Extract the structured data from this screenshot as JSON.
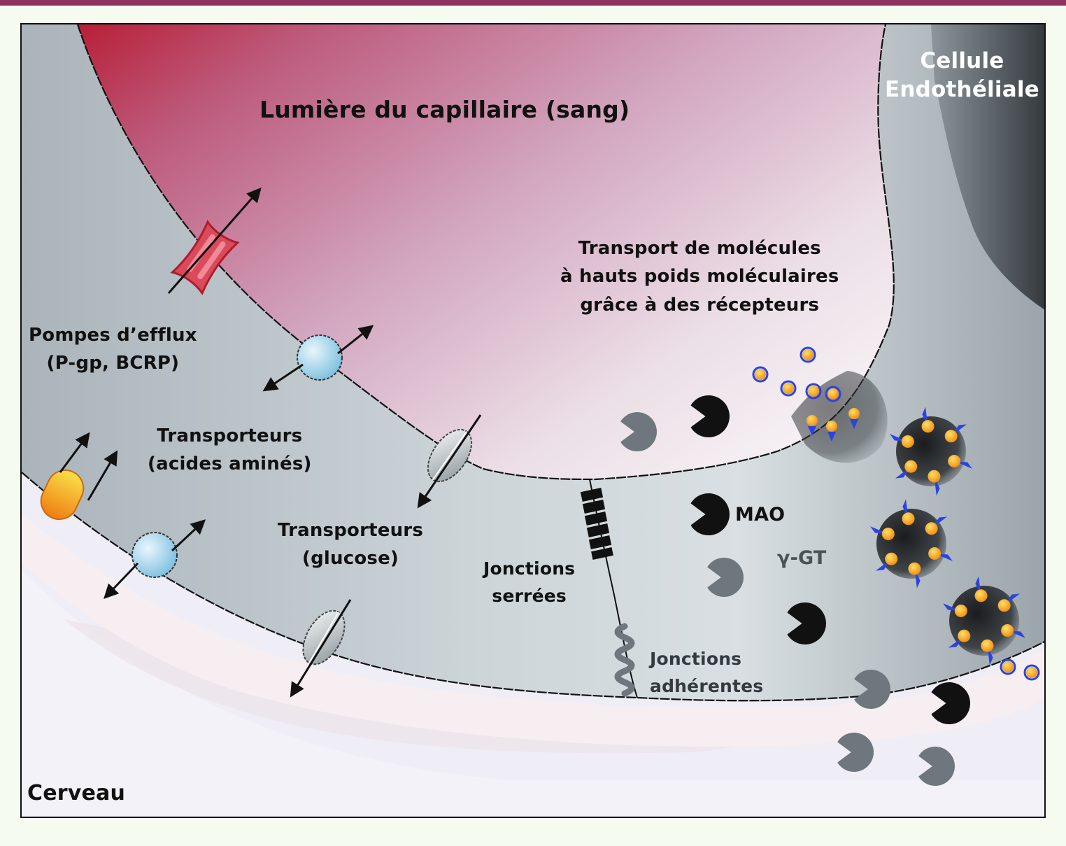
{
  "figure": {
    "labels": {
      "lumen": "Lumière du capillaire (sang)",
      "endothelial_cell": [
        "Cellule",
        "Endothéliale"
      ],
      "receptor_transport": [
        "Transport de molécules",
        "à hauts poids moléculaires",
        "grâce à des récepteurs"
      ],
      "efflux_pumps": [
        "Pompes d’efflux",
        "(P-gp, BCRP)"
      ],
      "amino_acid_transporters": [
        "Transporteurs",
        "(acides  aminés)"
      ],
      "glucose_transporters": [
        "Transporteurs",
        "(glucose)"
      ],
      "tight_junctions": [
        "Jonctions",
        "serrées"
      ],
      "adherens_junctions": [
        "Jonctions",
        "adhérentes"
      ],
      "mao": "MAO",
      "ggt": "γ-GT",
      "brain": "Cerveau"
    },
    "colors": {
      "header_bar": "#8e3160",
      "blood_red": "#c0283f",
      "lumen_pink": "#d9b3c8",
      "cell_grey": "#c9d0d4",
      "dark_grey": "#3c4146",
      "efflux_pump": "#d94a5a",
      "amino_transporter": "#a9d6ec",
      "yellow_transporter": "#f2b21c",
      "enzyme_black": "#111111",
      "enzyme_grey": "#6e777d",
      "ligand_orange": "#f5a020",
      "receptor_blue": "#2a44e0"
    }
  }
}
